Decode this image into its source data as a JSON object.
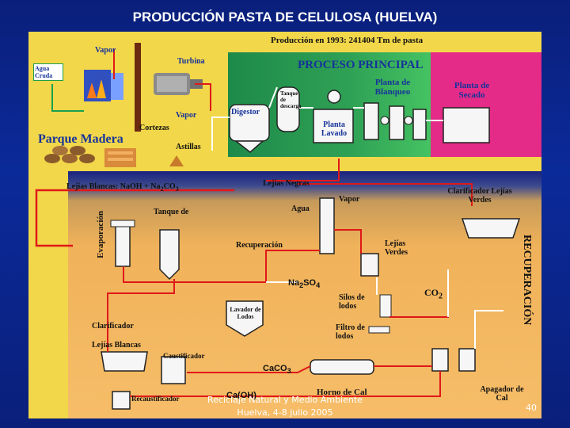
{
  "title": "PRODUCCIÓN PASTA DE CELULOSA (HUELVA)",
  "production_note": "Producción en 1993: 241404 Tm de pasta",
  "labels": {
    "vapor_top": "Vapor",
    "agua_cruda": "Agua Cruda",
    "turbina": "Turbina",
    "vapor_mid": "Vapor",
    "cortezas": "Cortezas",
    "parque_madera": "Parque Madera",
    "astillas": "Astillas",
    "proceso_principal": "PROCESO PRINCIPAL",
    "digestor": "Digestor",
    "tanque_descarga": "Tanque de descarga",
    "planta_lavado": "Planta Lavado",
    "planta_blanqueo": "Planta de Blanqueo",
    "planta_secado": "Planta de Secado",
    "lejias_blancas_top": "Lejías Blancas: NaOH + Na",
    "lejias_blancas_top_sub": "2",
    "lejias_blancas_top_tail": "CO",
    "lejias_blancas_top_sub2": "3",
    "lejias_negras": "Lejías Negras",
    "clarificador_lejias_verdes": "Clarificador Lejías Verdes",
    "tanque_de": "Tanque de",
    "agua": "Agua",
    "vapor_rec": "Vapor",
    "recuperacion": "Recuperación",
    "lejias_verdes": "Lejías Verdes",
    "evaporacion": "Evaporación",
    "recuperacion_vertical": "RECUPERACIÓN",
    "na2so4": "Na",
    "na2so4_sub": "2",
    "na2so4_tail": "SO",
    "na2so4_sub2": "4",
    "silos_lodos": "Silos de lodos",
    "co2": "CO",
    "co2_sub": "2",
    "lavador_lodos": "Lavador de Lodos",
    "clarificador": "Clarificador",
    "lejias_blancas": "Lejías Blancas",
    "filtro_lodos": "Filtro de lodos",
    "caustificador": "Caustificador",
    "caco3": "CaCO",
    "caco3_sub": "3",
    "horno_cal": "Horno de Cal",
    "apagador_cal": "Apagador de Cal",
    "recaustificador": "Recaustificador",
    "caoh": "Ca(OH)"
  },
  "footer": {
    "line1": "Reciclaje Natural y Medio Ambiente",
    "line2": "Huelva, 4-8 julio 2005"
  },
  "page_number": "40",
  "colors": {
    "background": "#0b2a9a",
    "panel": "#f2d74a",
    "proceso": "#2fa155",
    "secado": "#e32b87",
    "red_line": "#e01818",
    "white_line": "#ffffff"
  }
}
